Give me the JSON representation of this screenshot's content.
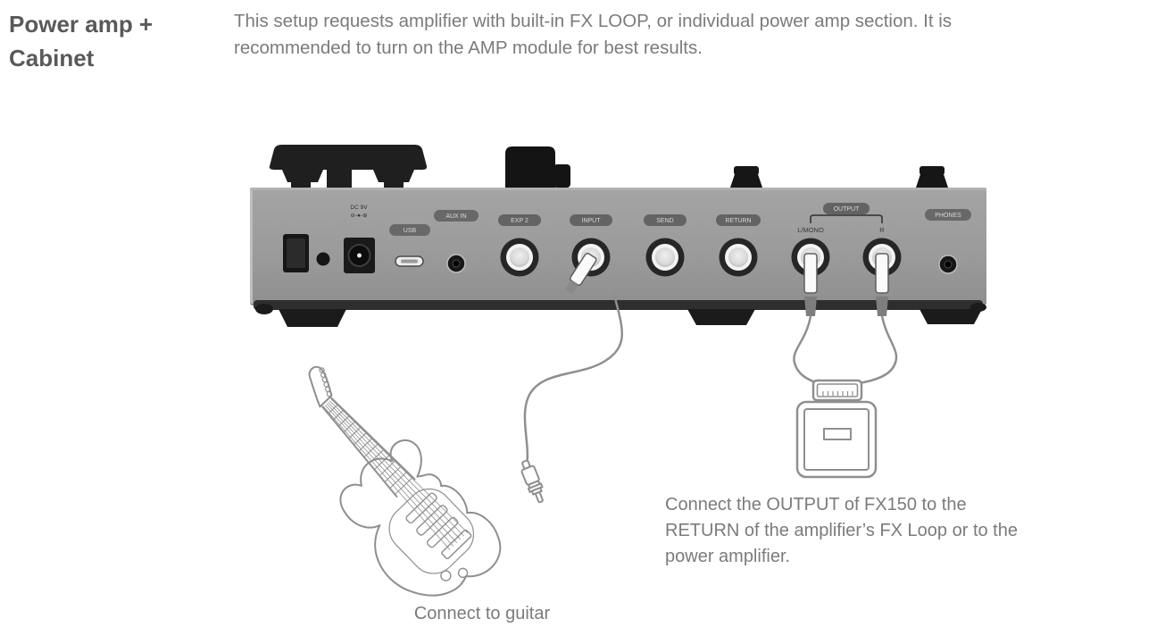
{
  "page": {
    "heading": {
      "line1": "Power amp +",
      "line2": "Cabinet"
    },
    "intro": {
      "line1": "This setup requests amplifier with built-in FX LOOP, or individual power amp section. It is",
      "line2": "recommended to turn on the AMP module for best results."
    }
  },
  "device": {
    "dc_label": "DC 9V",
    "dc_polarity": "⊖-●-⊕",
    "usb_label": "USB",
    "aux_in_label": "AUX IN",
    "jack_labels": [
      "EXP 2",
      "INPUT",
      "SEND",
      "RETURN"
    ],
    "output_label": "OUTPUT",
    "output_left_label": "L/MONO",
    "output_right_label": "R",
    "phones_label": "PHONES"
  },
  "captions": {
    "amp": {
      "line1": "Connect the OUTPUT of FX150 to the",
      "line2": "RETURN of the amplifier’s FX Loop or to the",
      "line3": "power amplifier."
    },
    "guitar": "Connect to guitar"
  },
  "colors": {
    "heading_text": "#595959",
    "body_text": "#7b7b7b",
    "panel_gray": "#9b9b9b",
    "hardware_dark": "#1f1f1f",
    "line_art": "#8f8f8f"
  }
}
